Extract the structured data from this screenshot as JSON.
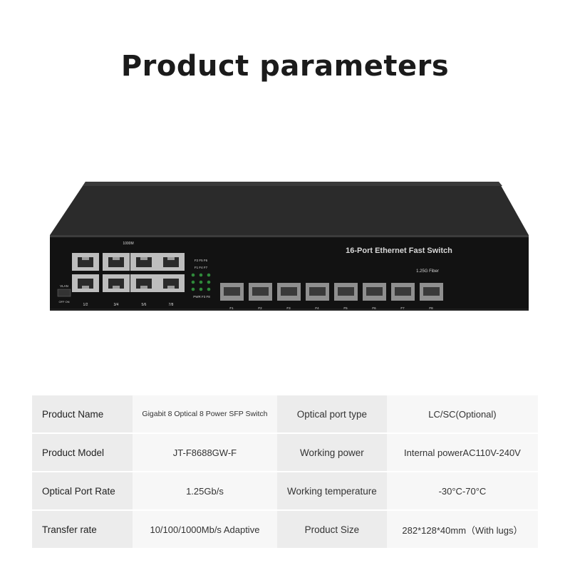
{
  "title": "Product parameters",
  "device": {
    "front_label": "16-Port Ethernet Fast Switch",
    "rj45_group_label": "1000M",
    "fiber_label": "1.25G Fiber",
    "rj45_pair_labels": [
      "1/2",
      "3/4",
      "5/6",
      "7/8"
    ],
    "sfp_labels": [
      "F1",
      "F2",
      "F3",
      "F4",
      "F5",
      "F6",
      "F7",
      "F8"
    ],
    "led_labels_top": "F2 F5 F6",
    "led_labels_mid": "F1 F4 F7",
    "led_labels_bottom": "PWR F3 F8",
    "power_label": "VLAN",
    "power_sub_labels": "OFF ON",
    "colors": {
      "chassis": "#2a2a2a",
      "front": "#111111",
      "port": "#b9b9b9",
      "led": "#2f8a3a"
    }
  },
  "params": {
    "rows": [
      {
        "label": "Product Name",
        "value": "Gigabit 8 Optical 8 Power SFP Switch",
        "label2": "Optical port type",
        "value2": "LC/SC(Optional)"
      },
      {
        "label": "Product Model",
        "value": "JT-F8688GW-F",
        "label2": "Working power",
        "value2": "Internal powerAC110V-240V"
      },
      {
        "label": "Optical Port Rate",
        "value": "1.25Gb/s",
        "label2": "Working temperature",
        "value2": "-30°C-70°C"
      },
      {
        "label": "Transfer rate",
        "value": "10/100/1000Mb/s Adaptive",
        "label2": "Product Size",
        "value2": "282*128*40mm（With lugs）"
      }
    ]
  }
}
